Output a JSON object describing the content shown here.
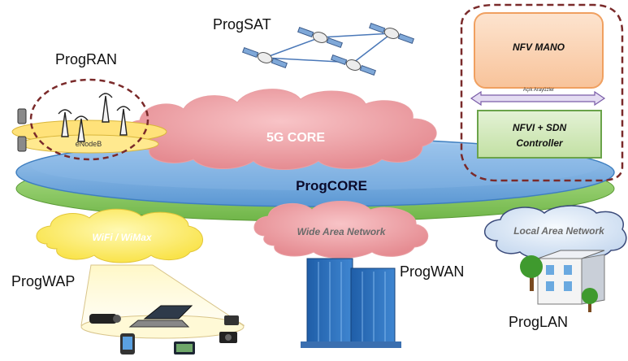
{
  "labels": {
    "prog_sat": "ProgSAT",
    "prog_ran": "ProgRAN",
    "enodeb": "eNodeB",
    "core_5g": "5G CORE",
    "prog_core": "ProgCORE",
    "nfv_mano": "NFV MANO",
    "acik_arayuzler": "Açık Arayüzler",
    "nfvi_line1": "NFVI  + SDN",
    "nfvi_line2": "Controller",
    "wifi": "WiFi / WiMax",
    "wan_cloud": "Wide Area Network",
    "lan_cloud": "Local Area Network",
    "prog_wap": "ProgWAP",
    "prog_wan": "ProgWAN",
    "prog_lan": "ProgLAN"
  },
  "colors": {
    "core_disc_top": "#7fb0e0",
    "core_disc_edge": "#3f7fc0",
    "core_disc_base": "#8fd06a",
    "core_cloud": "#f2a3a8",
    "mano_fill": "#fcd5b5",
    "mano_border": "#f0a060",
    "nfvi_fill": "#d6ebc1",
    "nfvi_border": "#6aa34a",
    "dashed_border": "#7a2a2a",
    "wifi_cloud": "#fff27a",
    "wan_cloud": "#f4a6a6",
    "lan_cloud": "#dde9f7"
  }
}
